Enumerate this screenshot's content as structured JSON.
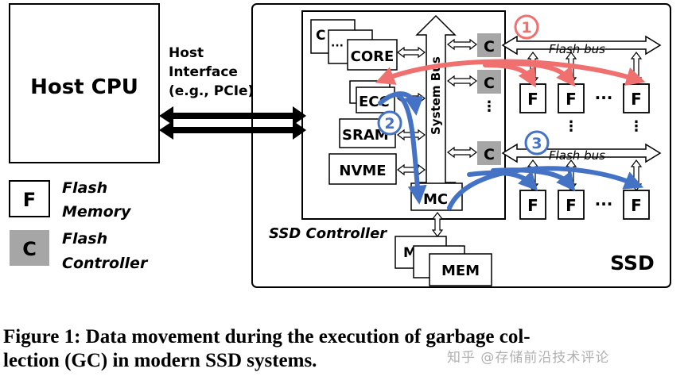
{
  "diagram": {
    "host_cpu": "Host CPU",
    "host_interface": [
      "Host",
      "Interface",
      "(e.g., PCIe)"
    ],
    "ssd": "SSD",
    "ssd_controller": "SSD Controller",
    "system_bus": "System Bus",
    "components": {
      "core_small": "C",
      "core": "CORE",
      "ecc": "ECC",
      "sram": "SRAM",
      "nvme": "NVME",
      "mc": "MC",
      "mem": "MEM",
      "mem_small": "M",
      "ellipsis": "···"
    },
    "flash_controller": "C",
    "flash_chip": "F",
    "flash_bus": "Flash bus",
    "dots_h": "···",
    "steps": [
      "1",
      "2",
      "3"
    ],
    "legend": {
      "flash_memory_symbol": "F",
      "flash_memory_label": [
        "Flash",
        "Memory"
      ],
      "flash_controller_symbol": "C",
      "flash_controller_label": [
        "Flash",
        "Controller"
      ]
    },
    "colors": {
      "step1": "#f07070",
      "step2": "#4472c4",
      "step3": "#4472c4",
      "flash_controller_fill": "#a6a6a6"
    }
  },
  "caption": {
    "line1": "Figure 1: Data movement during the execution of garbage col-",
    "line2": "lection (GC) in modern SSD systems."
  },
  "watermark": "知乎 @存储前沿技术评论"
}
